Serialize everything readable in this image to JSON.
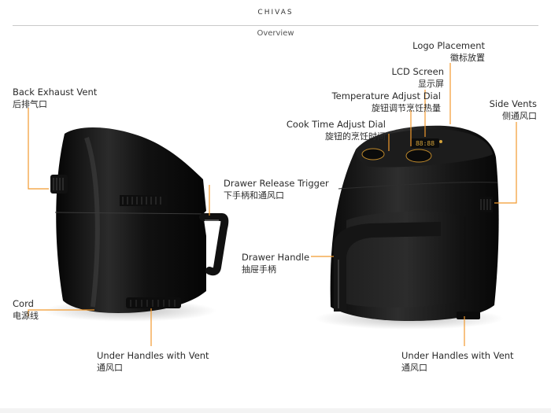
{
  "header": {
    "brand": "CHIVAS",
    "subtitle": "Overview"
  },
  "colors": {
    "accent": "#f29a2e",
    "device": "#1a1a1a",
    "display": "#d4a23a"
  },
  "callouts": {
    "back_exhaust_vent": {
      "en": "Back Exhaust Vent",
      "zh": "后排气口"
    },
    "cord": {
      "en": "Cord",
      "zh": "电源线"
    },
    "under_handles_left": {
      "en": "Under Handles with Vent",
      "zh": "通风口"
    },
    "drawer_release": {
      "en": "Drawer Release Trigger",
      "zh": "下手柄和通风口"
    },
    "logo_placement": {
      "en": "Logo Placement",
      "zh": "徽标放置"
    },
    "lcd_screen": {
      "en": "LCD Screen",
      "zh": "显示屏"
    },
    "temp_dial": {
      "en": "Temperature Adjust Dial",
      "zh": "旋钮调节烹饪热量"
    },
    "cook_time_dial": {
      "en": "Cook Time Adjust Dial",
      "zh": "旋钮的烹饪时间"
    },
    "side_vents": {
      "en": "Side Vents",
      "zh": "侧通风口"
    },
    "drawer_handle": {
      "en": "Drawer Handle",
      "zh": "抽屉手柄"
    },
    "under_handles_right": {
      "en": "Under Handles with Vent",
      "zh": "通风口"
    }
  }
}
